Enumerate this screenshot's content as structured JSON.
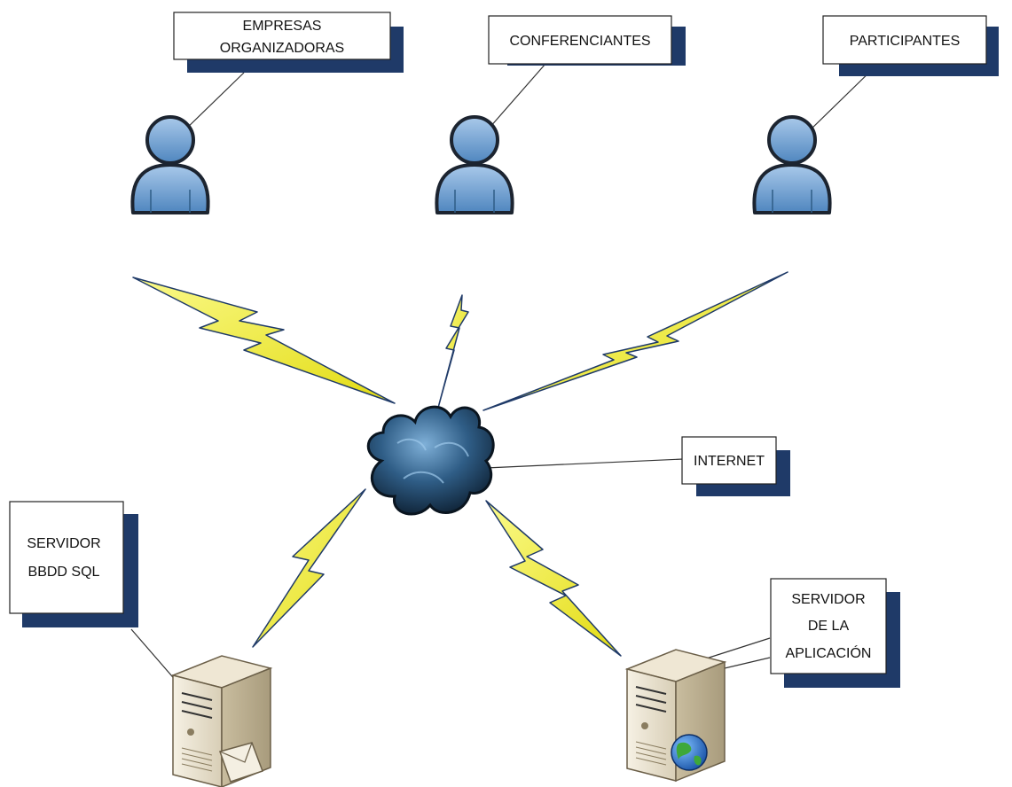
{
  "labels": {
    "empresas_line1": "EMPRESAS",
    "empresas_line2": "ORGANIZADORAS",
    "conferenciantes": "CONFERENCIANTES",
    "participantes": "PARTICIPANTES",
    "internet": "INTERNET",
    "sql_line1": "SERVIDOR",
    "sql_line2": "BBDD SQL",
    "app_line1": "SERVIDOR",
    "app_line2": "DE LA",
    "app_line3": "APLICACIÓN"
  },
  "icons": {
    "user": "user-icon",
    "cloud": "cloud-icon",
    "server": "server-icon",
    "mail": "mail-icon",
    "globe": "globe-icon"
  },
  "colors": {
    "label_shadow": "#1f3a68",
    "user_fill": "#6a9fd2",
    "user_outline": "#1c2430",
    "lightning": "#f2ef2a",
    "lightning_shadow": "#1f3a68",
    "cloud": "#1c3f5f",
    "server_body": "#ece4d2",
    "globe": "#2b7bd6"
  }
}
